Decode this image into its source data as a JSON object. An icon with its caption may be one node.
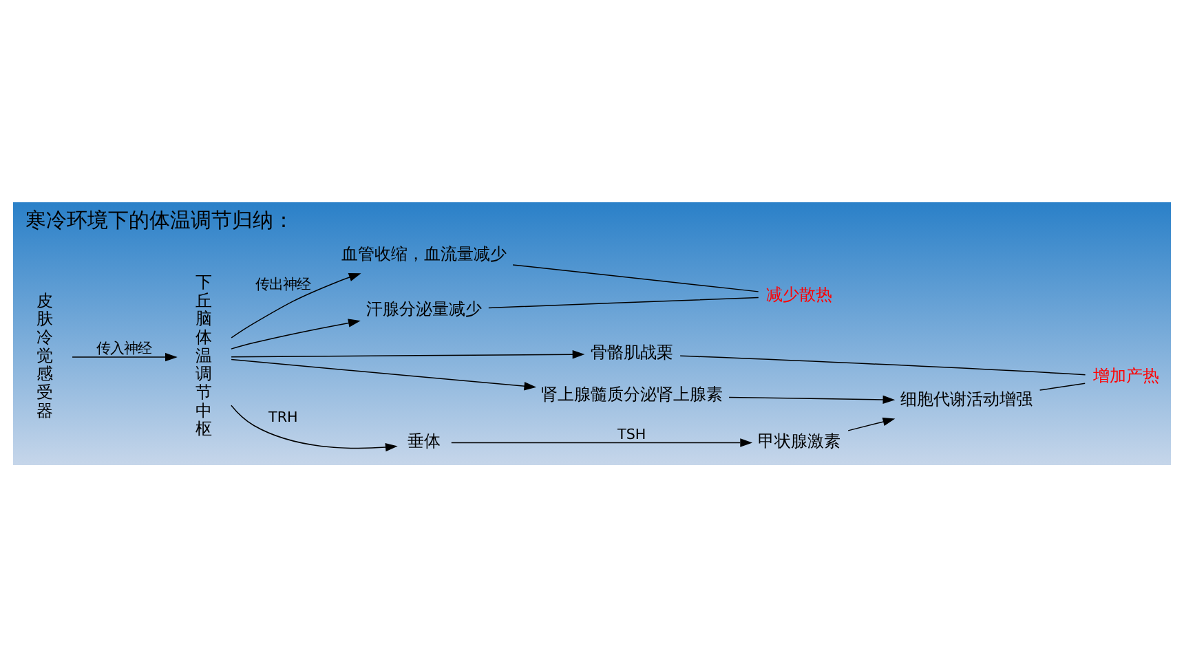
{
  "diagram": {
    "title": "寒冷环境下的体温调节归纳：",
    "nodes": [
      {
        "text": [
          "皮肤冷觉感受器"
        ]
      },
      {
        "text": [
          "下丘脑体温调节中枢"
        ]
      },
      {
        "text": [
          "血管收缩，血流量减少"
        ]
      },
      {
        "text": [
          "汗腺分泌量减少"
        ]
      },
      {
        "text": [
          "骨骼肌战栗"
        ]
      },
      {
        "text": [
          "肾上腺髓质分泌肾上腺素"
        ]
      },
      {
        "text": [
          "细胞代谢活动增强"
        ]
      },
      {
        "text": [
          "减少散热"
        ]
      },
      {
        "text": [
          "增加产热"
        ]
      },
      {
        "text": [
          "垂体"
        ]
      },
      {
        "text": [
          "甲状腺激素"
        ]
      }
    ],
    "edges": [
      {
        "from": 0,
        "to": 1,
        "arrow": "to",
        "label": "传入神经"
      },
      {
        "from": 1,
        "to": 2,
        "arrow": "to",
        "label": "传出神经"
      },
      {
        "from": 1,
        "to": 3,
        "arrow": "to"
      },
      {
        "from": 1,
        "to": 4,
        "arrow": "to"
      },
      {
        "from": 1,
        "to": 5,
        "arrow": "to"
      },
      {
        "from": 2,
        "to": 7,
        "arrow": "none"
      },
      {
        "from": 3,
        "to": 7,
        "arrow": "none"
      },
      {
        "from": 5,
        "to": 6,
        "arrow": "to"
      },
      {
        "from": 10,
        "to": 6,
        "arrow": "to"
      },
      {
        "from": 4,
        "to": 8,
        "arrow": "none"
      },
      {
        "from": 6,
        "to": 8,
        "arrow": "none"
      },
      {
        "from": 1,
        "to": 9,
        "arrow": "to",
        "label": "TRH"
      },
      {
        "from": 9,
        "to": 10,
        "arrow": "to",
        "label": "TSH"
      }
    ]
  }
}
